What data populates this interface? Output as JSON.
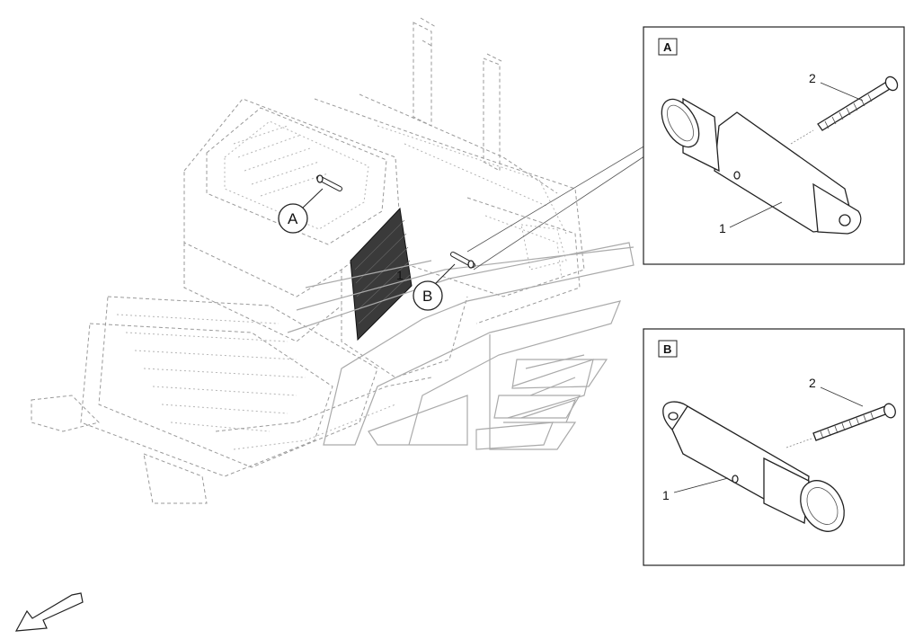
{
  "callouts": {
    "a": "A",
    "b": "B"
  },
  "detail_a": {
    "title": "A",
    "item1": "1",
    "item2": "2"
  },
  "detail_b": {
    "title": "B",
    "item1": "1",
    "item2": "2"
  },
  "overview_label": "1"
}
